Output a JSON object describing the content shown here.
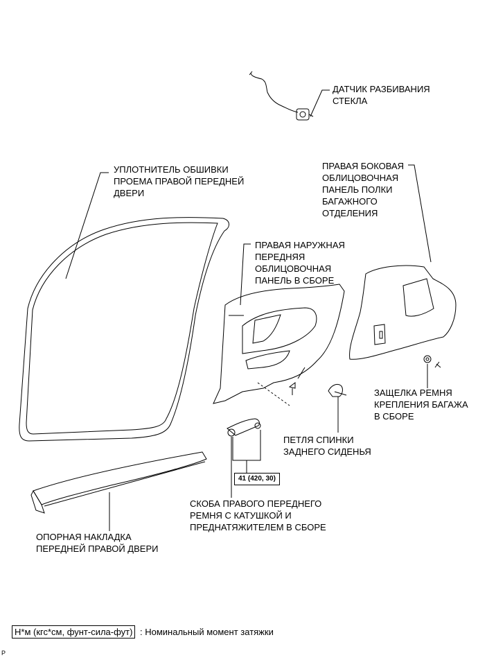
{
  "labels": {
    "glass_sensor": "ДАТЧИК РАЗБИВАНИЯ\nСТЕКЛА",
    "door_weatherstrip": "УПЛОТНИТЕЛЬ ОБШИВКИ\nПРОЕМА ПРАВОЙ ПЕРЕДНЕЙ\nДВЕРИ",
    "luggage_side_panel": "ПРАВАЯ БОКОВАЯ\nОБЛИЦОВОЧНАЯ\nПАНЕЛЬ ПОЛКИ\nБАГАЖНОГО\nОТДЕЛЕНИЯ",
    "outer_front_panel": "ПРАВАЯ НАРУЖНАЯ\nПЕРЕДНЯЯ\nОБЛИЦОВОЧНАЯ\nПАНЕЛЬ В СБОРЕ",
    "luggage_strap_latch": "ЗАЩЕЛКА РЕМНЯ\nКРЕПЛЕНИЯ БАГАЖА\nВ СБОРЕ",
    "seatback_loop": "ПЕТЛЯ СПИНКИ\nЗАДНЕГО СИДЕНЬЯ",
    "belt_bracket": "СКОБА ПРАВОГО ПЕРЕДНЕГО\nРЕМНЯ С КАТУШКОЙ И\nПРЕДНАТЯЖИТЕЛЕМ В СБОРЕ",
    "scuff_plate": "ОПОРНАЯ НАКЛАДКА\nПЕРЕДНЕЙ ПРАВОЙ ДВЕРИ"
  },
  "torque": "41 (420, 30)",
  "legend": {
    "box": "Н*м (кгс*см, фунт-сила-фут)",
    "text": ": Номинальный момент затяжки"
  },
  "corner_mark": "P"
}
